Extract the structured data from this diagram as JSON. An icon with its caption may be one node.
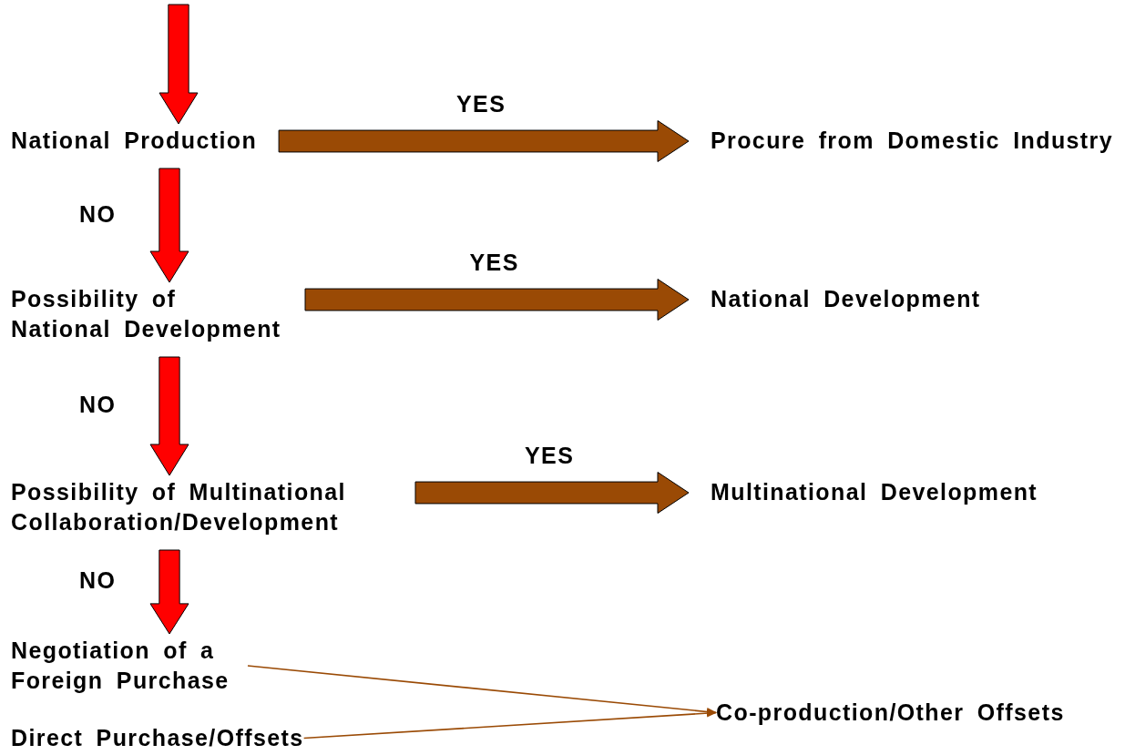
{
  "diagram": {
    "nodes": [
      {
        "text": [
          "National Production"
        ]
      },
      {
        "text": [
          "Procure from Domestic Industry"
        ]
      },
      {
        "text": [
          "Possibility of National Development"
        ]
      },
      {
        "text": [
          "National Development"
        ]
      },
      {
        "text": [
          "Possibility of Multinational Collaboration/Development"
        ]
      },
      {
        "text": [
          "Multinational Development"
        ]
      },
      {
        "text": [
          "Negotiation of a Foreign Purchase"
        ]
      },
      {
        "text": [
          "Direct Purchase/Offsets"
        ]
      },
      {
        "text": [
          "Co-production/Other Offsets"
        ]
      }
    ],
    "edges": [
      {
        "from": null,
        "to": 0,
        "arrow": "to",
        "style": "thick",
        "color": "#ff0000"
      },
      {
        "from": 0,
        "to": 2,
        "arrow": "to",
        "style": "thick",
        "color": "#ff0000",
        "label": "NO"
      },
      {
        "from": 2,
        "to": 4,
        "arrow": "to",
        "style": "thick",
        "color": "#ff0000",
        "label": "NO"
      },
      {
        "from": 4,
        "to": 6,
        "arrow": "to",
        "style": "thick",
        "color": "#ff0000",
        "label": "NO"
      },
      {
        "from": 0,
        "to": 1,
        "arrow": "to",
        "style": "thick",
        "label": "YES"
      },
      {
        "from": 2,
        "to": 3,
        "arrow": "to",
        "style": "thick",
        "label": "YES"
      },
      {
        "from": 4,
        "to": 5,
        "arrow": "to",
        "style": "thick",
        "label": "YES"
      },
      {
        "from": 6,
        "to": 8,
        "arrow": "to"
      },
      {
        "from": 7,
        "to": 8,
        "arrow": "to"
      }
    ]
  }
}
